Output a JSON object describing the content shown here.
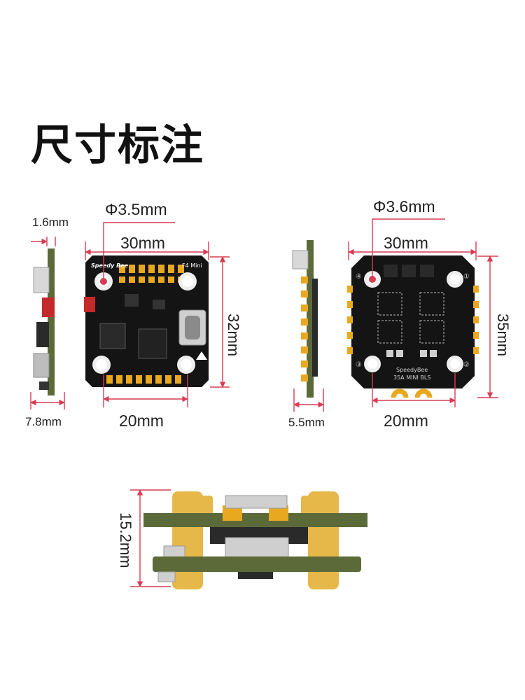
{
  "title": "尺寸标注",
  "colors": {
    "dimension_line": "#d93b54",
    "pcb_black": "#141414",
    "pcb_green": "#5c6a3a",
    "pad_gold": "#e8a820",
    "standoff_yellow": "#e6b84a"
  },
  "flight_controller": {
    "brand_label": "Speedy Bee",
    "model_label": "F4 Mini",
    "mount_hole": "Φ3.5mm",
    "width": "30mm",
    "height": "32mm",
    "hole_spacing": "20mm",
    "side_thickness_pcb": "1.6mm",
    "side_thickness_total": "7.8mm"
  },
  "esc": {
    "brand_label": "SpeedyBee",
    "model_label": "35A MINI BLS",
    "mount_hole": "Φ3.6mm",
    "width": "30mm",
    "height": "35mm",
    "hole_spacing": "20mm",
    "side_thickness": "5.5mm",
    "corner_numbers": [
      "④",
      "①",
      "③",
      "②"
    ]
  },
  "stack": {
    "height": "15.2mm"
  }
}
